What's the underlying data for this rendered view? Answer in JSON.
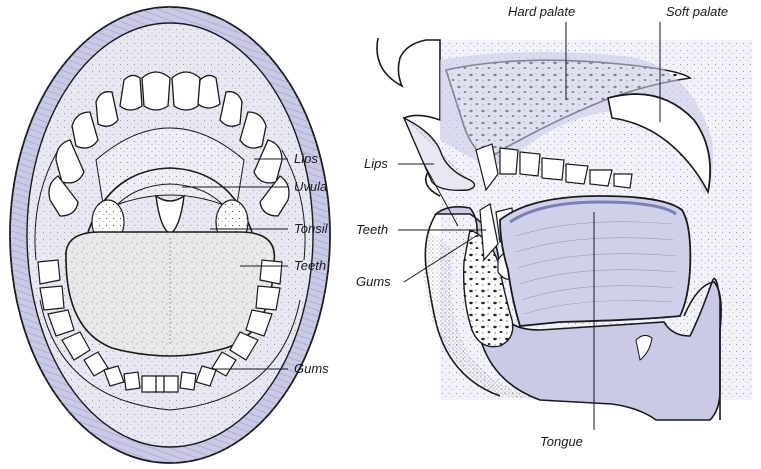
{
  "front_view": {
    "labels": {
      "lips": "Lips",
      "uvula": "Uvula",
      "tonsil": "Tonsil",
      "teeth": "Teeth",
      "gums": "Gums"
    }
  },
  "side_view": {
    "labels": {
      "hard_palate": "Hard palate",
      "soft_palate": "Soft palate",
      "lips": "Lips",
      "teeth": "Teeth",
      "gums": "Gums",
      "tongue": "Tongue"
    }
  },
  "colors": {
    "lip_tissue": "#c9cbe6",
    "lip_tissue_dark": "#a9acd6",
    "soft_tissue": "#e7e8f4",
    "tongue": "#e9e9e9",
    "tongue_side": "#cfd1ea",
    "ink": "#1a1a1a",
    "stipple_bg": "#f2f3fa"
  }
}
